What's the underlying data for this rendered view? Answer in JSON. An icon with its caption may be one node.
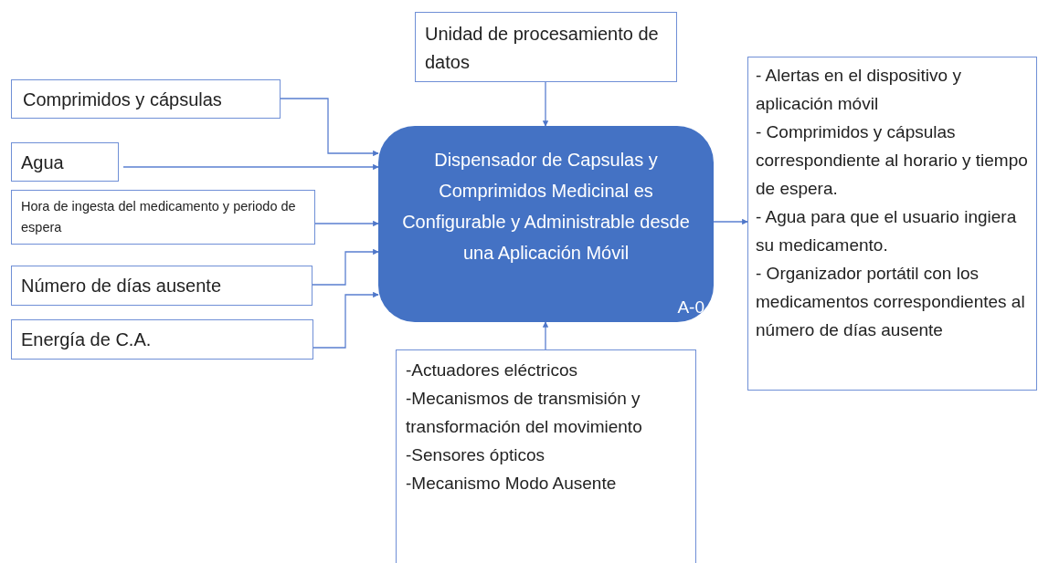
{
  "diagram": {
    "nodes": [
      {
        "text": [
          "Unidad de procesamiento de datos"
        ]
      },
      {
        "text": [
          "Comprimidos y cápsulas"
        ]
      },
      {
        "text": [
          "Agua"
        ]
      },
      {
        "text": [
          "Hora de ingesta del medicamento y periodo de espera"
        ]
      },
      {
        "text": [
          "Número de días ausente"
        ]
      },
      {
        "text": [
          "Energía de C.A."
        ]
      },
      {
        "text": [
          "Dispensador de Capsulas y Comprimidos  Medicinal es Configurable y Administrable desde una Aplicación Móvil",
          "A-0"
        ]
      },
      {
        "text": [
          "- Alertas en el dispositivo y aplicación móvil",
          "- Comprimidos y cápsulas correspondiente al horario y tiempo de espera.",
          "- Agua para que el usuario ingiera su medicamento.",
          "- Organizador portátil con los medicamentos correspondientes al número de días ausente"
        ]
      },
      {
        "text": [
          "-Actuadores eléctricos",
          "-Mecanismos de transmisión y transformación del movimiento",
          "-Sensores ópticos",
          "-Mecanismo Modo Ausente"
        ]
      }
    ],
    "edges": [
      {
        "from": 0,
        "to": 6,
        "arrow": "to"
      },
      {
        "from": 1,
        "to": 6,
        "arrow": "to"
      },
      {
        "from": 2,
        "to": 6,
        "arrow": "to"
      },
      {
        "from": 3,
        "to": 6,
        "arrow": "to"
      },
      {
        "from": 4,
        "to": 6,
        "arrow": "to"
      },
      {
        "from": 5,
        "to": 6,
        "arrow": "to"
      },
      {
        "from": 6,
        "to": 7,
        "arrow": "to"
      },
      {
        "from": 8,
        "to": 6,
        "arrow": "to"
      }
    ]
  }
}
